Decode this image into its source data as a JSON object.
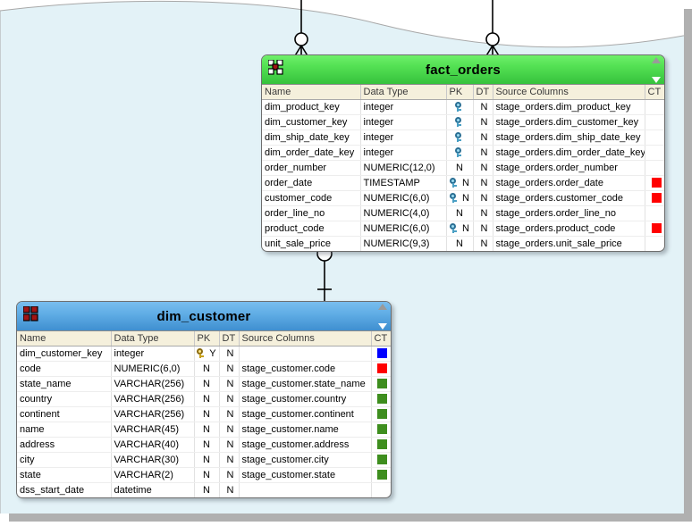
{
  "canvas": {
    "background_color": "#e3f2f7",
    "border_color": "#a8a8a8",
    "shadow_color": "#b0b0b0"
  },
  "entities": [
    {
      "id": "fact_orders",
      "title": "fact_orders",
      "header_color": "#4ed24e",
      "icon": "table-fact-icon",
      "scroll_up_icon": "scroll-up-icon",
      "scroll_down_icon": "scroll-down-icon",
      "columns": [
        "Name",
        "Data Type",
        "PK",
        "DT",
        "Source Columns",
        "CT"
      ],
      "rows": [
        {
          "name": "dim_product_key",
          "type": "integer",
          "key": "blue",
          "pk": "",
          "dt": "N",
          "source": "stage_orders.dim_product_key",
          "ct": ""
        },
        {
          "name": "dim_customer_key",
          "type": "integer",
          "key": "blue",
          "pk": "",
          "dt": "N",
          "source": "stage_orders.dim_customer_key",
          "ct": ""
        },
        {
          "name": "dim_ship_date_key",
          "type": "integer",
          "key": "blue",
          "pk": "",
          "dt": "N",
          "source": "stage_orders.dim_ship_date_key",
          "ct": ""
        },
        {
          "name": "dim_order_date_key",
          "type": "integer",
          "key": "blue",
          "pk": "",
          "dt": "N",
          "source": "stage_orders.dim_order_date_key",
          "ct": ""
        },
        {
          "name": "order_number",
          "type": "NUMERIC(12,0)",
          "key": "",
          "pk": "N",
          "dt": "N",
          "source": "stage_orders.order_number",
          "ct": ""
        },
        {
          "name": "order_date",
          "type": "TIMESTAMP",
          "key": "blue",
          "pk": "N",
          "dt": "N",
          "source": "stage_orders.order_date",
          "ct": "#ff0000"
        },
        {
          "name": "customer_code",
          "type": "NUMERIC(6,0)",
          "key": "blue",
          "pk": "N",
          "dt": "N",
          "source": "stage_orders.customer_code",
          "ct": "#ff0000"
        },
        {
          "name": "order_line_no",
          "type": "NUMERIC(4,0)",
          "key": "",
          "pk": "N",
          "dt": "N",
          "source": "stage_orders.order_line_no",
          "ct": ""
        },
        {
          "name": "product_code",
          "type": "NUMERIC(6,0)",
          "key": "blue",
          "pk": "N",
          "dt": "N",
          "source": "stage_orders.product_code",
          "ct": "#ff0000"
        },
        {
          "name": "unit_sale_price",
          "type": "NUMERIC(9,3)",
          "key": "",
          "pk": "N",
          "dt": "N",
          "source": "stage_orders.unit_sale_price",
          "ct": ""
        }
      ]
    },
    {
      "id": "dim_customer",
      "title": "dim_customer",
      "header_color": "#5aa9e0",
      "icon": "table-dim-icon",
      "scroll_up_icon": "scroll-up-icon",
      "scroll_down_icon": "scroll-down-icon",
      "columns": [
        "Name",
        "Data Type",
        "PK",
        "DT",
        "Source Columns",
        "CT"
      ],
      "rows": [
        {
          "name": "dim_customer_key",
          "type": "integer",
          "key": "gold",
          "pk": "Y",
          "dt": "N",
          "source": "",
          "ct": "#0000ff"
        },
        {
          "name": "code",
          "type": "NUMERIC(6,0)",
          "key": "",
          "pk": "N",
          "dt": "N",
          "source": "stage_customer.code",
          "ct": "#ff0000"
        },
        {
          "name": "state_name",
          "type": "VARCHAR(256)",
          "key": "",
          "pk": "N",
          "dt": "N",
          "source": "stage_customer.state_name",
          "ct": "#3e8e1e"
        },
        {
          "name": "country",
          "type": "VARCHAR(256)",
          "key": "",
          "pk": "N",
          "dt": "N",
          "source": "stage_customer.country",
          "ct": "#3e8e1e"
        },
        {
          "name": "continent",
          "type": "VARCHAR(256)",
          "key": "",
          "pk": "N",
          "dt": "N",
          "source": "stage_customer.continent",
          "ct": "#3e8e1e"
        },
        {
          "name": "name",
          "type": "VARCHAR(45)",
          "key": "",
          "pk": "N",
          "dt": "N",
          "source": "stage_customer.name",
          "ct": "#3e8e1e"
        },
        {
          "name": "address",
          "type": "VARCHAR(40)",
          "key": "",
          "pk": "N",
          "dt": "N",
          "source": "stage_customer.address",
          "ct": "#3e8e1e"
        },
        {
          "name": "city",
          "type": "VARCHAR(30)",
          "key": "",
          "pk": "N",
          "dt": "N",
          "source": "stage_customer.city",
          "ct": "#3e8e1e"
        },
        {
          "name": "state",
          "type": "VARCHAR(2)",
          "key": "",
          "pk": "N",
          "dt": "N",
          "source": "stage_customer.state",
          "ct": "#3e8e1e"
        },
        {
          "name": "dss_start_date",
          "type": "datetime",
          "key": "",
          "pk": "N",
          "dt": "N",
          "source": "",
          "ct": ""
        }
      ]
    }
  ],
  "relationships": [
    {
      "name": "relationship-product",
      "notation": "zero-or-many"
    },
    {
      "name": "relationship-shipdate",
      "notation": "zero-or-many"
    },
    {
      "name": "relationship-customer",
      "notation": "zero-or-many-to-one"
    }
  ]
}
